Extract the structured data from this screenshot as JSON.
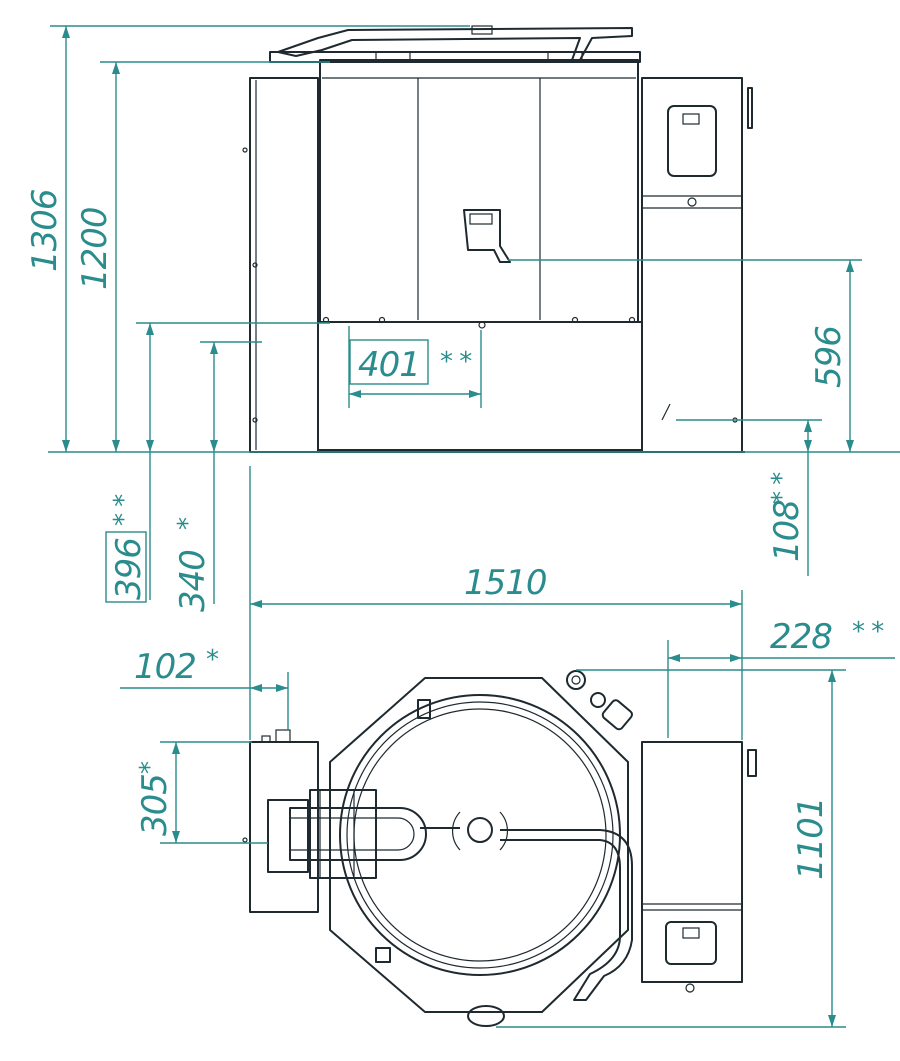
{
  "colors": {
    "outline": "#1e2a30",
    "dimension": "#2a8c8c",
    "background": "#ffffff"
  },
  "dimensions": {
    "total_height": "1306",
    "body_height": "1200",
    "center_width": "401",
    "center_width_mark": "* *",
    "handle_height": "596",
    "floor_396": "396",
    "floor_396_mark": "* *",
    "floor_340": "340",
    "floor_340_mark": "*",
    "drain_height": "108",
    "drain_height_mark": "* *",
    "overall_width": "1510",
    "side_offset": "228",
    "side_offset_mark": "* *",
    "left_offset": "102",
    "left_offset_mark": "*",
    "left_depth": "305",
    "left_depth_mark": "*",
    "overall_depth": "1101"
  }
}
